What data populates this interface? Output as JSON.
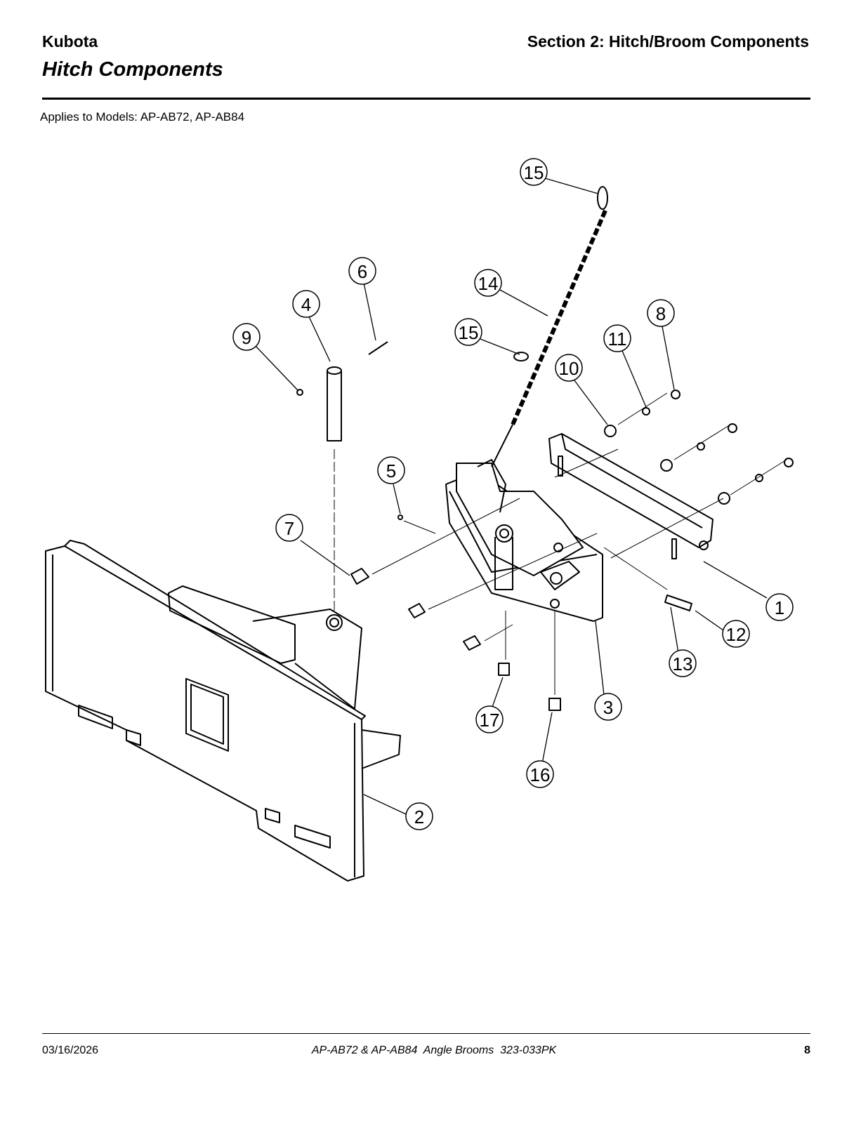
{
  "header": {
    "brand": "Kubota",
    "section": "Section 2: Hitch/Broom Components",
    "title": "Hitch Components"
  },
  "applies_to": "Applies to Models: AP-AB72, AP-AB84",
  "callouts": [
    "15",
    "14",
    "15",
    "6",
    "4",
    "9",
    "8",
    "11",
    "10",
    "5",
    "7",
    "1",
    "12",
    "13",
    "3",
    "17",
    "16",
    "2"
  ],
  "footer": {
    "date": "03/16/2026",
    "document": "AP-AB72 & AP-AB84  Angle Brooms  323-033PK",
    "page": "8"
  }
}
